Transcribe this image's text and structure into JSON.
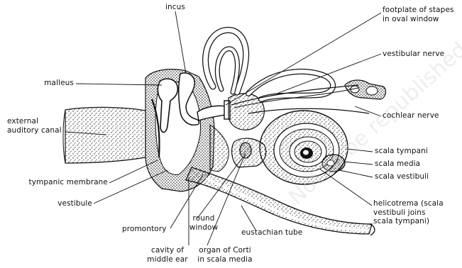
{
  "figure": {
    "background": "#ffffff",
    "ink": "#111111",
    "watermark": "Not to be republished © NCERT"
  },
  "labels": {
    "incus": "incus",
    "footplate": "footplate of stapes\nin oval window",
    "malleus": "malleus",
    "vestibular_nerve": "vestibular nerve",
    "external_canal": "external\nauditory canal",
    "cochlear_nerve": "cochlear nerve",
    "scala_tympani": "scala tympani",
    "scala_media": "scala media",
    "scala_vestibuli": "scala vestibuli",
    "tympanic_membrane": "tympanic membrane",
    "vestibule": "vestibule",
    "helicotrema": "helicotrema (scala\nvestibuli joins\nscala tympani)",
    "round_window": "round\nwindow",
    "promontory": "promontory",
    "eustachian_tube": "eustachian tube",
    "cavity": "cavity of\nmiddle ear",
    "organ_corti": "organ of Corti\nin scala media"
  }
}
